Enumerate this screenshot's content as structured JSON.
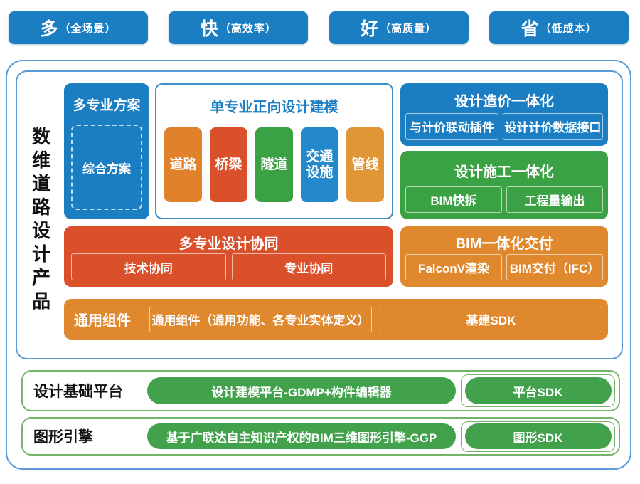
{
  "benefits": [
    {
      "big": "多",
      "small": "（全场景）"
    },
    {
      "big": "快",
      "small": "（高效率）"
    },
    {
      "big": "好",
      "small": "（高质量）"
    },
    {
      "big": "省",
      "small": "（低成本）"
    }
  ],
  "product": {
    "vertical_title": "数维道路设计产品",
    "multi_scheme": {
      "title": "多专业方案",
      "item": "综合方案"
    },
    "single_modeling": {
      "title": "单专业正向设计建模",
      "items": [
        {
          "label": "道路",
          "color": "#e0812c"
        },
        {
          "label": "桥梁",
          "color": "#d9502b"
        },
        {
          "label": "隧道",
          "color": "#3aa145"
        },
        {
          "label": "交通设施",
          "color": "#2389ca"
        },
        {
          "label": "管线",
          "color": "#e09537"
        }
      ]
    },
    "design_cost": {
      "title": "设计造价一体化",
      "items": [
        "与计价联动插件",
        "设计计价数据接口"
      ]
    },
    "design_construction": {
      "title": "设计施工一体化",
      "items": [
        "BIM快拆",
        "工程量输出"
      ]
    },
    "collaboration": {
      "title": "多专业设计协同",
      "items": [
        "技术协同",
        "专业协同"
      ]
    },
    "bim_delivery": {
      "title": "BIM一体化交付",
      "items": [
        "FalconV渲染",
        "BIM交付（IFC）"
      ]
    },
    "common_components": {
      "label": "通用组件",
      "items": [
        "通用组件（通用功能、各专业实体定义）",
        "基建SDK"
      ]
    }
  },
  "platform_rows": [
    {
      "label": "设计基础平台",
      "platform": "设计建模平台-GDMP+构件编辑器",
      "sdk": "平台SDK"
    },
    {
      "label": "图形引擎",
      "platform": "基于广联达自主知识产权的BIM三维图形引擎-GGP",
      "sdk": "图形SDK"
    }
  ],
  "colors": {
    "blue": "#1b7ec3",
    "light_blue": "#2389ca",
    "red_orange": "#d9502b",
    "green": "#3aa145",
    "orange": "#e0882e",
    "pill_green": "#41a24b",
    "frame_blue": "#5b9bd5",
    "frame_green": "#74b569"
  }
}
